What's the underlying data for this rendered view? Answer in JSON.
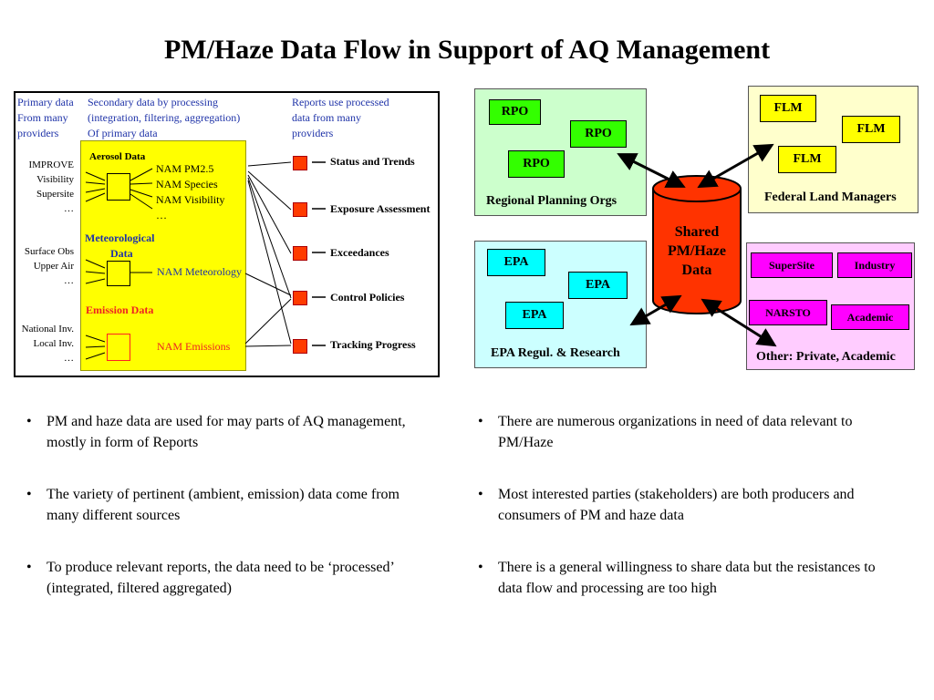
{
  "title": "PM/Haze Data Flow in Support of AQ Management",
  "flow": {
    "col1_header": [
      "Primary data",
      "From many",
      "providers"
    ],
    "col2_header": [
      "Secondary data by processing",
      "(integration, filtering, aggregation)",
      "Of primary data"
    ],
    "col3_header": [
      "Reports use processed",
      "data from many",
      "providers"
    ],
    "sources": {
      "group1": [
        "IMPROVE",
        "Visibility",
        "Supersite",
        "…"
      ],
      "group2": [
        "Surface Obs",
        "Upper Air",
        "…"
      ],
      "group3": [
        "National Inv.",
        "Local Inv.",
        "…"
      ]
    },
    "aerosol": {
      "title": "Aerosol Data",
      "items": [
        "NAM PM2.5",
        "NAM Species",
        "NAM Visibility",
        "…"
      ]
    },
    "meteorological": {
      "title_line1": "Meteorological",
      "title_line2": "Data",
      "item": "NAM Meteorology"
    },
    "emission": {
      "title": "Emission Data",
      "item": "NAM Emissions"
    },
    "reports": [
      "Status and Trends",
      "Exposure Assessment",
      "Exceedances",
      "Control Policies",
      "Tracking Progress"
    ]
  },
  "orgs": {
    "rpo": {
      "caption": "Regional Planning Orgs",
      "tags": [
        "RPO",
        "RPO",
        "RPO"
      ],
      "color": "#ccffcc",
      "tag_color": "#33ff00"
    },
    "flm": {
      "caption": "Federal Land Managers",
      "tags": [
        "FLM",
        "FLM",
        "FLM"
      ],
      "color": "#ffffcc",
      "tag_color": "#ffff00"
    },
    "epa": {
      "caption": "EPA Regul. & Research",
      "tags": [
        "EPA",
        "EPA",
        "EPA"
      ],
      "color": "#ccffff",
      "tag_color": "#00ffff"
    },
    "other": {
      "caption": "Other: Private, Academic",
      "tags": [
        "SuperSite",
        "Industry",
        "NARSTO",
        "Academic"
      ],
      "color": "#ffccff",
      "tag_color": "#ff00ff"
    },
    "shared": {
      "line1": "Shared",
      "line2": "PM/Haze",
      "line3": "Data",
      "color": "#ff3300"
    }
  },
  "bullets_left": [
    "PM and haze data are used for may parts of AQ management, mostly in form of Reports",
    "The variety of pertinent (ambient, emission) data come from many different sources",
    "To produce relevant reports, the data need to be ‘processed’ (integrated, filtered aggregated)"
  ],
  "bullets_right": [
    "There are numerous organizations in need of data relevant to PM/Haze",
    "Most interested parties (stakeholders) are both producers and consumers of PM and haze data",
    "There is a general willingness to share data but the resistances to data flow and processing are too high"
  ],
  "bullet_char": "•"
}
